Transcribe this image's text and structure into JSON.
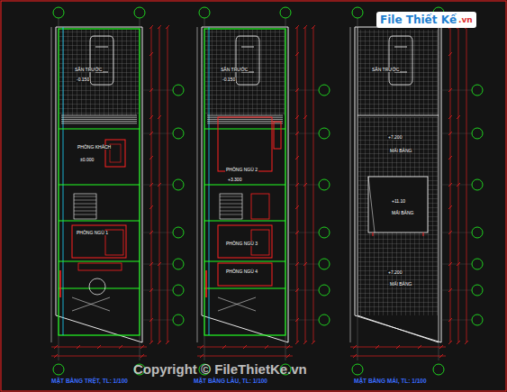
{
  "diagram": {
    "nodes": [
      {
        "text": [
          "File Thiết Kế",
          ".vn"
        ]
      }
    ],
    "labels": [
      "SÂN TRƯỚC",
      "-0.150",
      "PHÒNG KHÁCH",
      "±0.000",
      "PHÒNG NGỦ 1",
      "SÂN TRƯỚC",
      "-0.150",
      "PHÒNG NGỦ 2",
      "PHÒNG NGỦ 3",
      "PHÒNG NGỦ 4",
      "+3.300",
      "SÂN TRƯỚC",
      "+7.200",
      "MÁI BẰNG",
      "+11.10",
      "MÁI BẰNG",
      "+7.200",
      "MÁI BẰNG",
      "MẶT BẰNG TRỆT, TL: 1/100",
      "MẶT BẰNG LẦU, TL: 1/100",
      "MẶT BẰNG MÁI, TL: 1/100",
      "Copyright © FileThietKe.vn"
    ]
  }
}
